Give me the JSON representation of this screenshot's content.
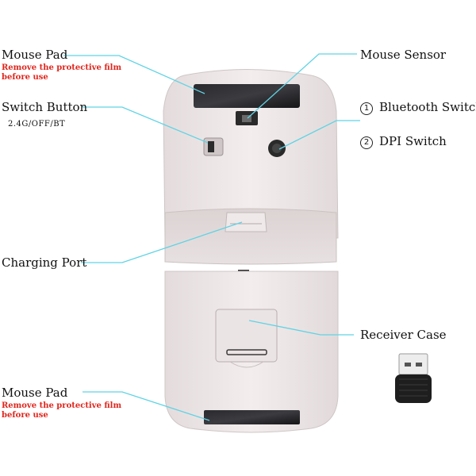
{
  "labels": {
    "mouse_pad_top": "Mouse Pad",
    "mouse_pad_top_note_1": "Remove the protective film",
    "mouse_pad_top_note_2": "before use",
    "switch_button": "Switch Button",
    "switch_modes": "2.4G/OFF/BT",
    "mouse_sensor": "Mouse Sensor",
    "bluetooth_num": "1",
    "bluetooth_switch": "Bluetooth Switch",
    "dpi_num": "2",
    "dpi_switch": "DPI Switch",
    "charging_port": "Charging Port",
    "receiver_case": "Receiver Case",
    "mouse_pad_bottom": "Mouse Pad",
    "mouse_pad_bottom_note_1": "Remove the protective film",
    "mouse_pad_bottom_note_2": "before use"
  },
  "colors": {
    "leader_line": "#5fd3e6",
    "note_text": "#e0261d",
    "mouse_body": "#efe9e9",
    "mouse_shadow": "#d9d1d1",
    "pad_dark": "#1c1c1e"
  },
  "icons": {
    "receiver": "usb-receiver-icon"
  }
}
